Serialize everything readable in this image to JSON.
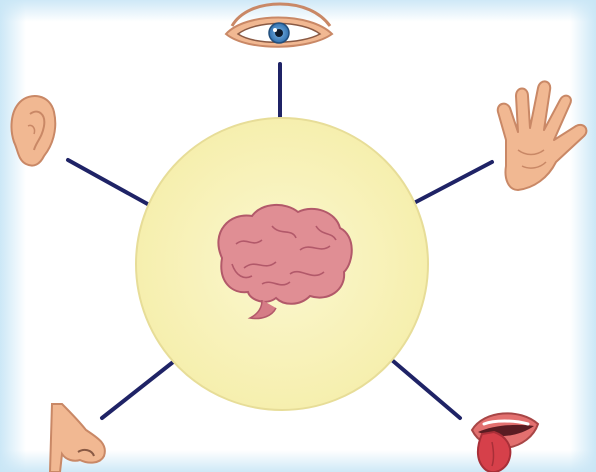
{
  "diagram": {
    "kind": "five-senses-brain-diagram",
    "center": {
      "organ": "brain",
      "icon": "brain-icon",
      "disc_color": "#f8f2b4"
    },
    "spokes": [
      {
        "sense": "sight",
        "organ": "eye",
        "icon": "eye-icon"
      },
      {
        "sense": "touch",
        "organ": "hand",
        "icon": "hand-icon"
      },
      {
        "sense": "taste",
        "organ": "mouth",
        "icon": "mouth-icon"
      },
      {
        "sense": "smell",
        "organ": "nose",
        "icon": "nose-icon"
      },
      {
        "sense": "hearing",
        "organ": "ear",
        "icon": "ear-icon"
      }
    ],
    "colors": {
      "connector": "#1f2366",
      "frame_glow": "#c9e6f6",
      "skin": "#f1b892",
      "skin_shadow": "#c98866",
      "brain": "#e08e94",
      "brain_shadow": "#b2596a",
      "iris": "#3b84c4",
      "tongue": "#d6404a"
    }
  }
}
